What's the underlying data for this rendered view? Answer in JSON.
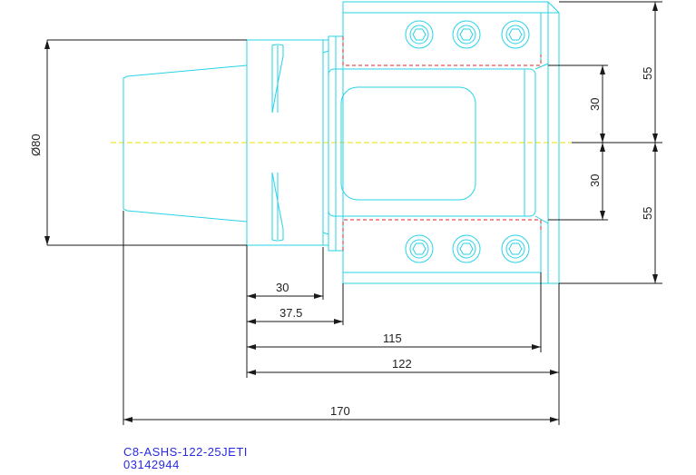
{
  "dimensions": {
    "diameter": "Ø80",
    "d30_a": "30",
    "d37_5": "37.5",
    "d115": "115",
    "d122": "122",
    "d170": "170",
    "r55_top": "55",
    "r30_top": "30",
    "r30_bot": "30",
    "r55_bot": "55"
  },
  "caption": {
    "model": "C8-ASHS-122-25JETI",
    "code": "03142944"
  },
  "colors": {
    "outline": "#27d3e6",
    "centerline": "#e8e000",
    "hidden": "#e02020",
    "dimension": "#1a1a1a",
    "caption": "#2a2ae0"
  }
}
